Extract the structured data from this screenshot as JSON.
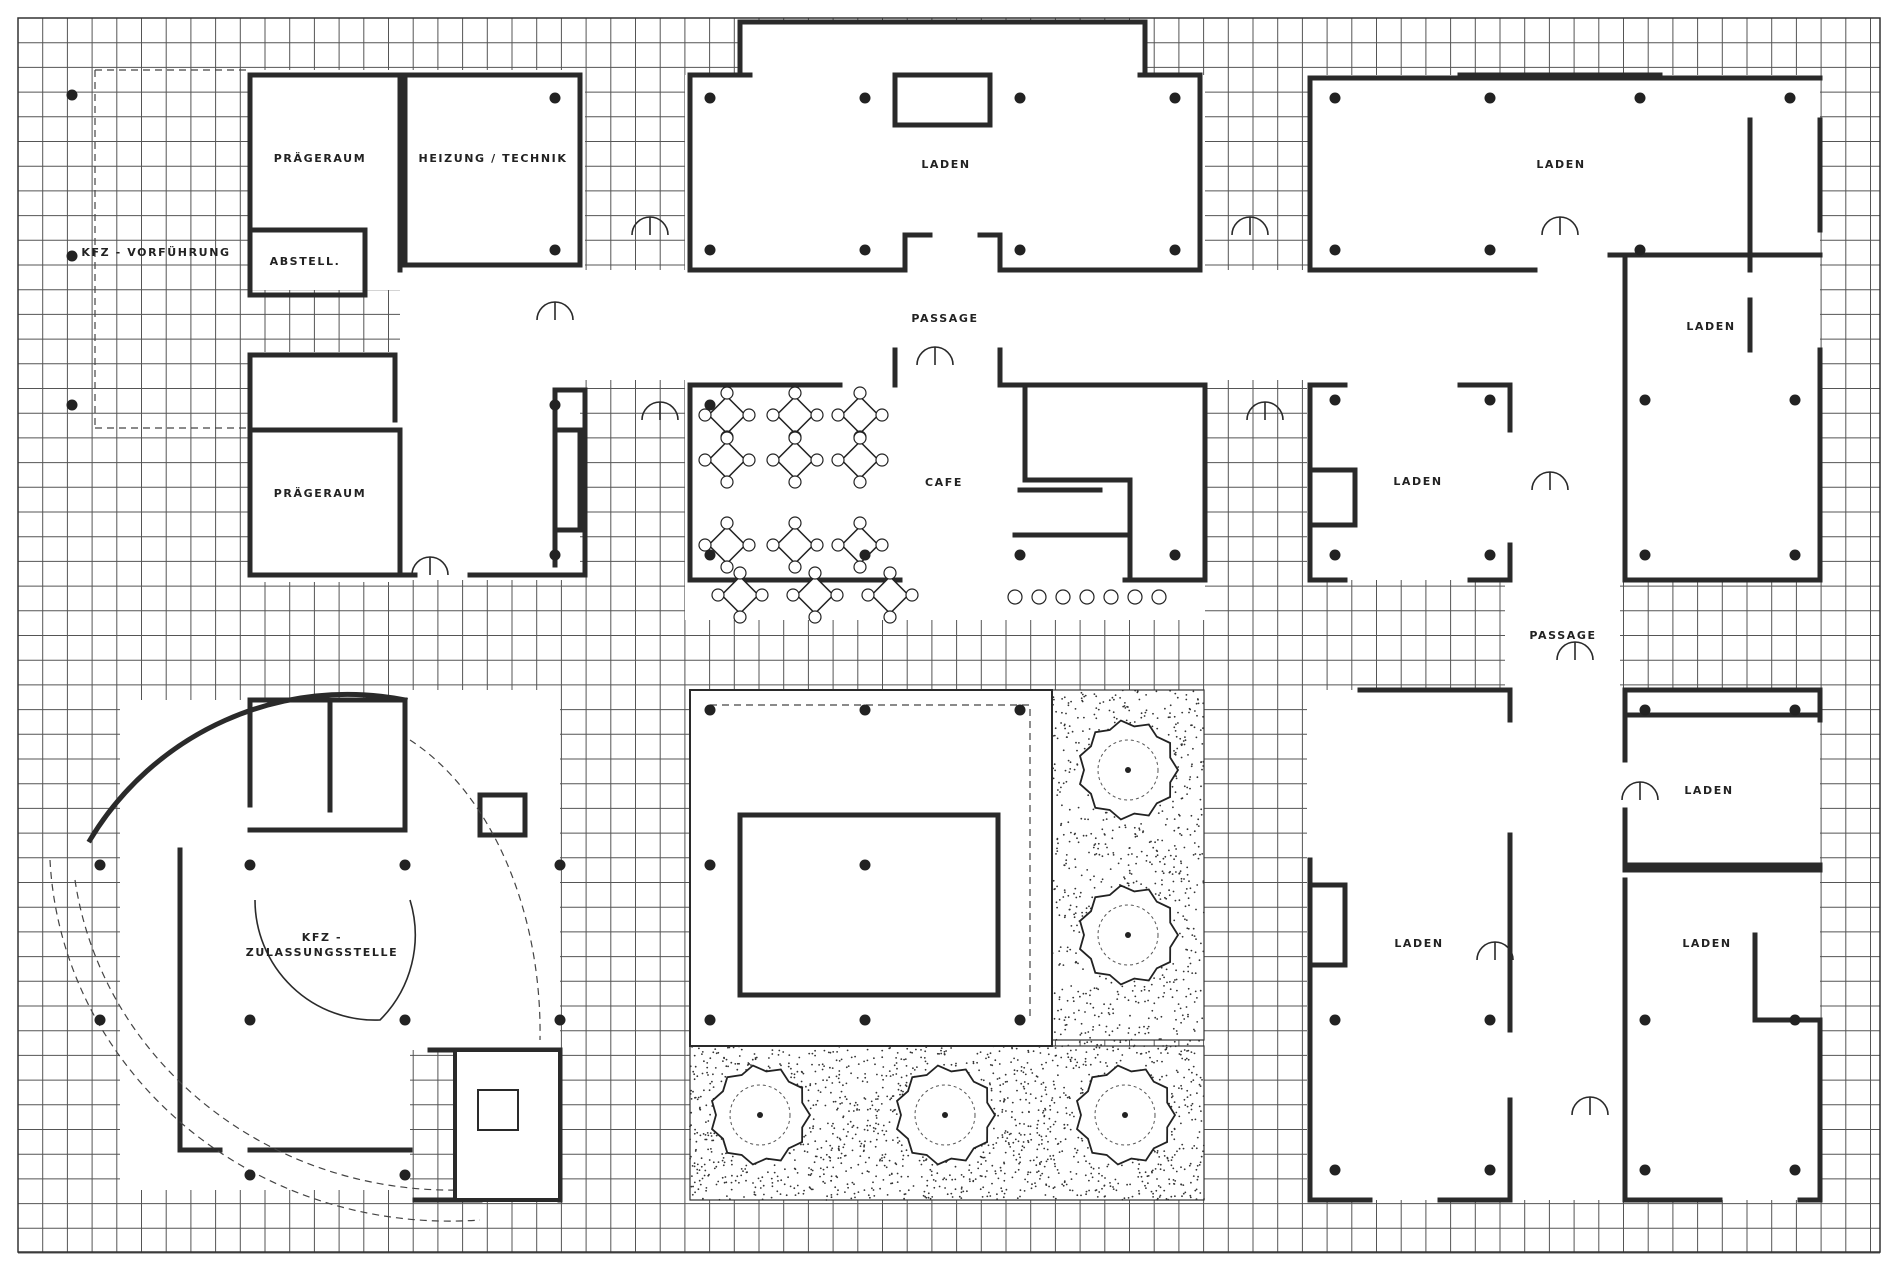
{
  "plan": {
    "rooms": {
      "pragraum_1": "PRÄGERAUM",
      "heizung": "HEIZUNG / TECHNIK",
      "abstell": "ABSTELL.",
      "pragraum_2": "PRÄGERAUM",
      "kfz_vorfuhrung": "KFZ - VORFÜHRUNG",
      "laden_north": "LADEN",
      "laden_ne": "LADEN",
      "laden_east_upper": "LADEN",
      "laden_mid": "LADEN",
      "passage_north": "PASSAGE",
      "cafe": "CAFE",
      "passage_east": "PASSAGE",
      "laden_east_mid": "LADEN",
      "laden_se_west": "LADEN",
      "laden_se_east": "LADEN",
      "kfz_zulassung_1": "KFZ -",
      "kfz_zulassung_2": "ZULASSUNGSSTELLE"
    }
  }
}
